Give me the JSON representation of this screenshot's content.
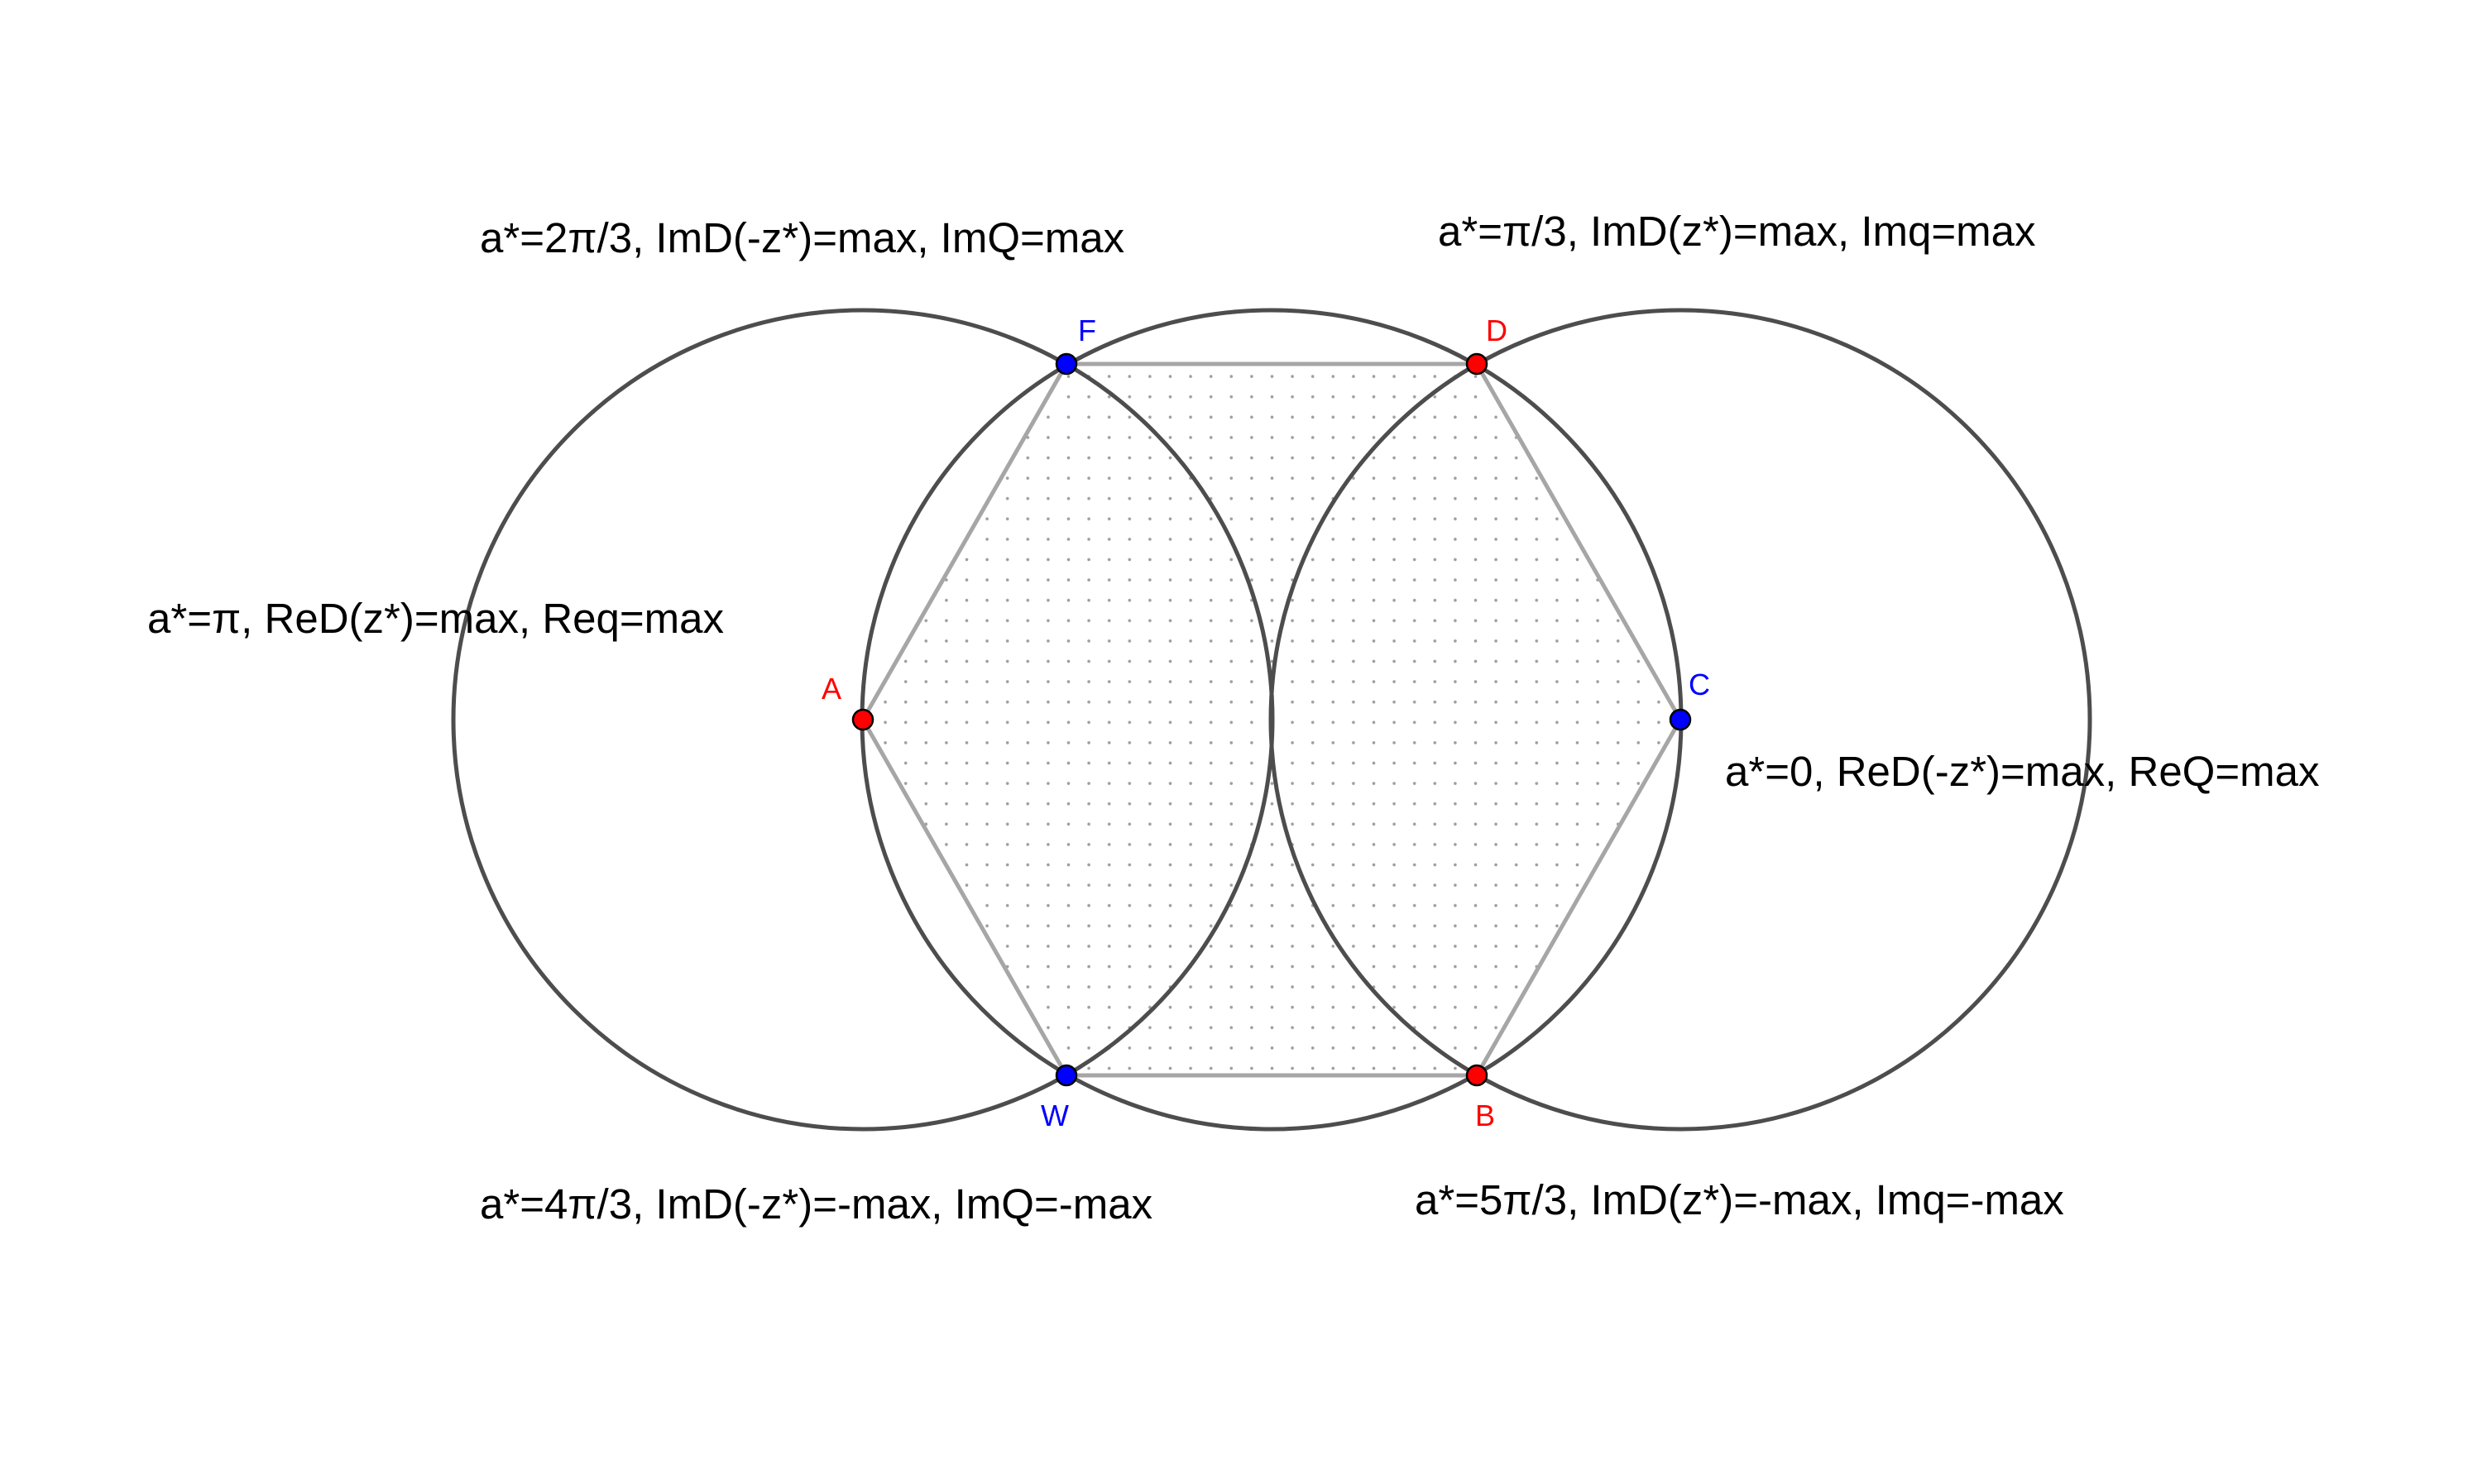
{
  "diagram": {
    "circles": [
      {
        "id": "left-circle"
      },
      {
        "id": "center-circle"
      },
      {
        "id": "right-circle"
      }
    ],
    "points": [
      {
        "id": "A",
        "label": "A",
        "color": "#ff0000"
      },
      {
        "id": "F",
        "label": "F",
        "color": "#0000ff"
      },
      {
        "id": "D",
        "label": "D",
        "color": "#ff0000"
      },
      {
        "id": "C",
        "label": "C",
        "color": "#0000ff"
      },
      {
        "id": "B",
        "label": "B",
        "color": "#ff0000"
      },
      {
        "id": "W",
        "label": "W",
        "color": "#0000ff"
      }
    ],
    "hexagon_order": [
      "A",
      "F",
      "D",
      "C",
      "B",
      "W"
    ],
    "annotations": {
      "F": "a*=2π/3, ImD(-z*)=max, ImQ=max",
      "D": "a*=π/3, ImD(z*)=max, Imq=max",
      "A": "a*=π, ReD(z*)=max, Req=max",
      "C": "a*=0, ReD(-z*)=max, ReQ=max",
      "W": "a*=4π/3, ImD(-z*)=-max, ImQ=-max",
      "B": "a*=5π/3, ImD(z*)=-max, Imq=-max"
    },
    "colors": {
      "circle_stroke": "#4d4d4d",
      "hexagon_stroke": "#a6a6a6",
      "fill_dots": "#9e9e9e",
      "red_point": "#ff0000",
      "blue_point": "#0000ff"
    }
  }
}
